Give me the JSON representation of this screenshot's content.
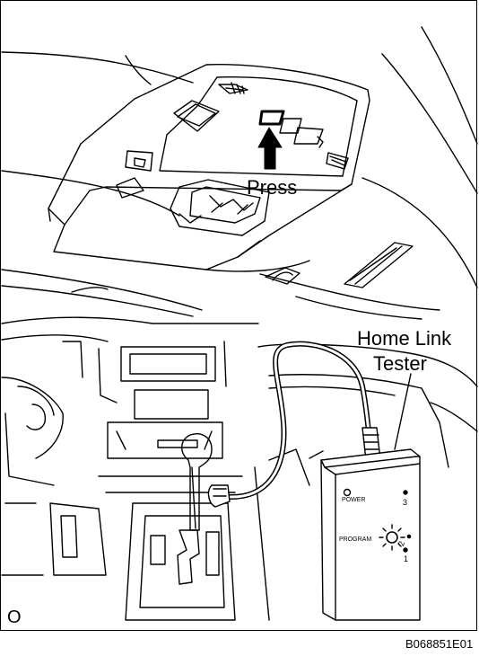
{
  "figure": {
    "callouts": {
      "press": "Press",
      "tester_line1": "Home Link",
      "tester_line2": "Tester"
    },
    "device": {
      "power": "POWER",
      "program": "PROGRAM",
      "mode_3": "3",
      "mode_2": "2",
      "mode_1": "1"
    },
    "corner_mark": "O",
    "figure_id": "B068851E01"
  }
}
